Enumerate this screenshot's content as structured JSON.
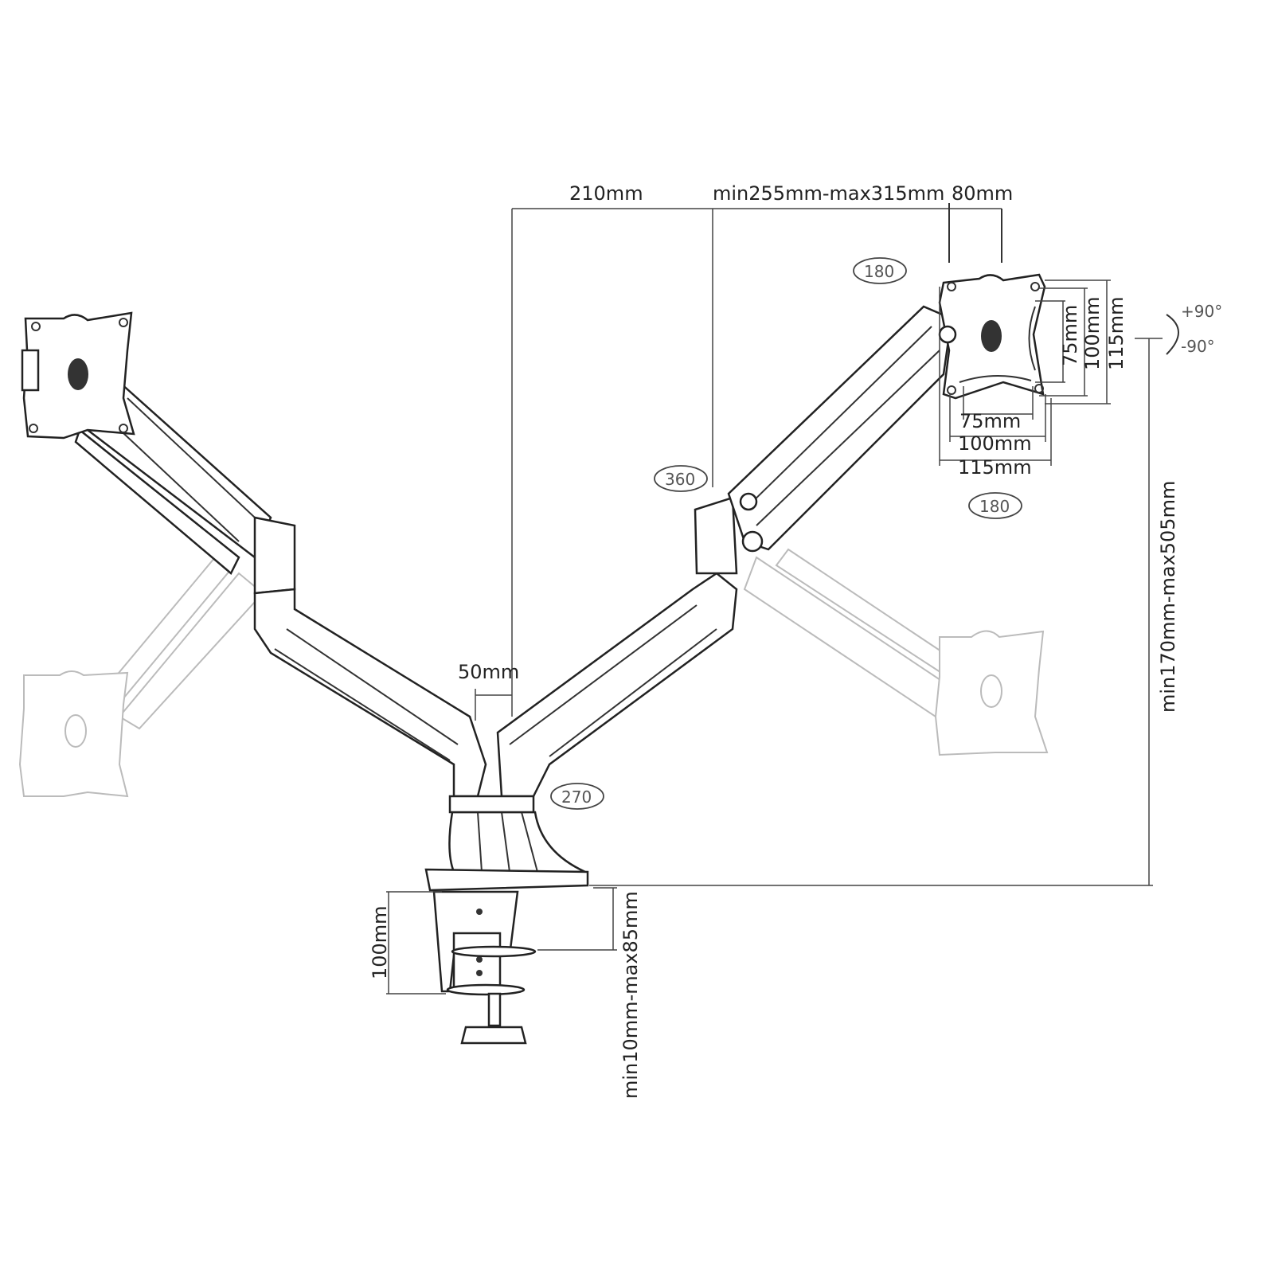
{
  "dimensions": {
    "reach_inner": "210mm",
    "reach_outer": "min255mm-max315mm",
    "plate_offset": "80mm",
    "height_range": "min170mm-max505mm",
    "pole_width": "50mm",
    "clamp_height": "100mm",
    "desk_thickness": "min10mm-max85mm"
  },
  "vesa": {
    "vertical": [
      "75mm",
      "100mm",
      "115mm"
    ],
    "horizontal": [
      "75mm",
      "100mm",
      "115mm"
    ]
  },
  "rotation": {
    "tilt_up": "+90°",
    "tilt_down": "-90°",
    "swivel_top": "180",
    "swivel_bottom": "180",
    "arm_rotation": "360",
    "base_rotation": "270"
  },
  "colors": {
    "line": "#222222",
    "ghost": "#bbbbbb"
  }
}
